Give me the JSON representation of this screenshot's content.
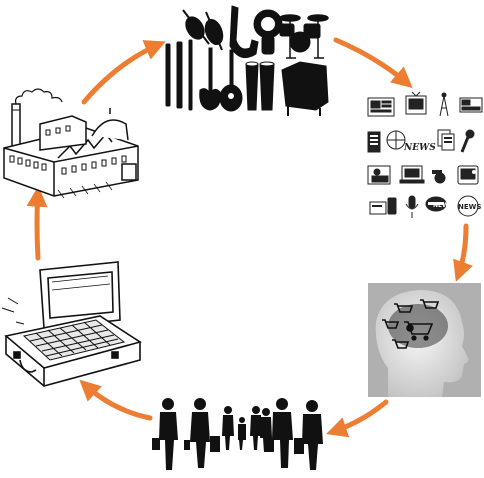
{
  "diagram": {
    "type": "cycle",
    "nodes": [
      {
        "id": "instruments",
        "icon": "musical-instruments-icon"
      },
      {
        "id": "media",
        "icon": "media-news-icons"
      },
      {
        "id": "consumer-mind",
        "icon": "head-shopping-cart-icon"
      },
      {
        "id": "shoppers",
        "icon": "shoppers-silhouette-icon"
      },
      {
        "id": "money-case",
        "icon": "money-briefcase-icon"
      },
      {
        "id": "factory",
        "icon": "factory-icon"
      }
    ],
    "media_labels": {
      "newspaper": "NEWS",
      "globe": "NEWS",
      "ticker": "NEWS"
    },
    "arrow_color": "#ec7d33",
    "head_panel_bg": "#a8a8a8"
  }
}
